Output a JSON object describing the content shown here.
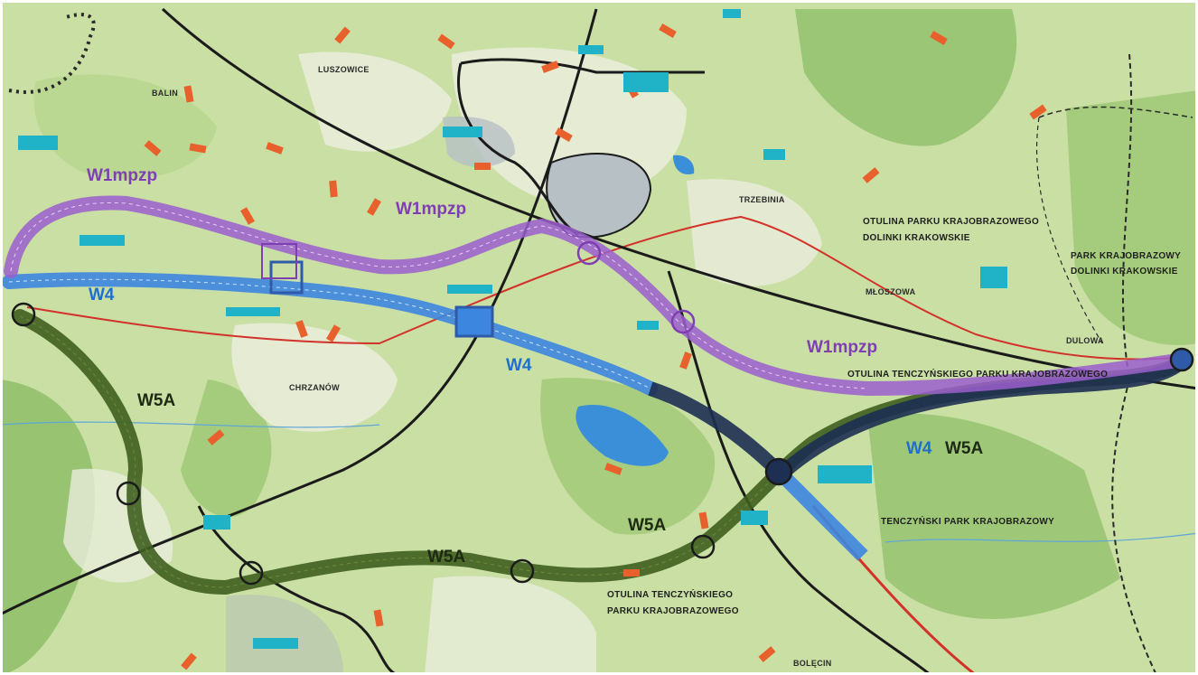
{
  "places": {
    "luszowice": "LUSZOWICE",
    "balin": "BALIN",
    "chrzanow": "CHRZANÓW",
    "trzebinia": "TRZEBINIA",
    "mloszowa": "MŁOSZOWA",
    "dulowa": "DULOWA",
    "bolecin": "BOLĘCIN"
  },
  "areas": {
    "otulina_dolinki_1": "OTULINA PARKU KRAJOBRAZOWEGO",
    "otulina_dolinki_2": "DOLINKI KRAKOWSKIE",
    "park_dolinki_1": "PARK KRAJOBRAZOWY",
    "park_dolinki_2": "DOLINKI KRAKOWSKIE",
    "otulina_tenczynski": "OTULINA TENCZYŃSKIEGO PARKU KRAJOBRAZOWEGO",
    "tenczynski_park": "TENCZYŃSKI PARK KRAJOBRAZOWY",
    "otulina_tenczynskiego_1": "OTULINA TENCZYŃSKIEGO",
    "otulina_tenczynskiego_2": "PARKU KRAJOBRAZOWEGO"
  },
  "routes": {
    "w1_a": "W1mpzp",
    "w1_b": "W1mpzp",
    "w1_c": "W1mpzp",
    "w4_a": "W4",
    "w4_b": "W4",
    "w4_c": "W4",
    "w5a_a": "W5A",
    "w5a_b": "W5A",
    "w5a_c": "W5A",
    "w5a_d": "W5A"
  },
  "colors": {
    "terrain": "#c9dfa3",
    "forest": "#8fbf6a",
    "urban": "#e9ecd9",
    "purple": "#9b5fcf",
    "blue": "#3d86e0",
    "navy": "#1d2f52",
    "green": "#3f5f1f",
    "red_road": "#d2322a",
    "rail": "#1b1b1b",
    "boundary": "#2a2a2a"
  }
}
